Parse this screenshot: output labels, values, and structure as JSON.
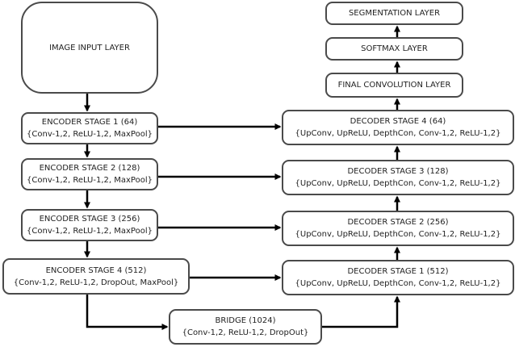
{
  "nodes": {
    "image_input": {
      "title": "IMAGE INPUT LAYER"
    },
    "enc1": {
      "title": "ENCODER STAGE 1 (64)",
      "sub": "{Conv-1,2, ReLU-1,2, MaxPool}"
    },
    "enc2": {
      "title": "ENCODER STAGE 2 (128)",
      "sub": "{Conv-1,2, ReLU-1,2, MaxPool}"
    },
    "enc3": {
      "title": "ENCODER STAGE 3 (256)",
      "sub": "{Conv-1,2, ReLU-1,2, MaxPool}"
    },
    "enc4": {
      "title": "ENCODER STAGE 4 (512)",
      "sub": "{Conv-1,2, ReLU-1,2, DropOut, MaxPool}"
    },
    "bridge": {
      "title": "BRIDGE (1024)",
      "sub": "{Conv-1,2, ReLU-1,2, DropOut}"
    },
    "dec1": {
      "title": "DECODER STAGE 1 (512)",
      "sub": "{UpConv, UpReLU, DepthCon, Conv-1,2, ReLU-1,2}"
    },
    "dec2": {
      "title": "DECODER STAGE 2 (256)",
      "sub": "{UpConv, UpReLU, DepthCon, Conv-1,2, ReLU-1,2}"
    },
    "dec3": {
      "title": "DECODER STAGE 3 (128)",
      "sub": "{UpConv, UpReLU, DepthCon, Conv-1,2, ReLU-1,2}"
    },
    "dec4": {
      "title": "DECODER STAGE 4 (64)",
      "sub": "{UpConv, UpReLU, DepthCon, Conv-1,2, ReLU-1,2}"
    },
    "final_conv": {
      "title": "FINAL CONVOLUTION LAYER"
    },
    "softmax": {
      "title": "SOFTMAX LAYER"
    },
    "segmentation": {
      "title": "SEGMENTATION LAYER"
    }
  },
  "edges": [
    {
      "from": "image_input",
      "to": "enc1"
    },
    {
      "from": "enc1",
      "to": "enc2"
    },
    {
      "from": "enc2",
      "to": "enc3"
    },
    {
      "from": "enc3",
      "to": "enc4"
    },
    {
      "from": "enc4",
      "to": "bridge"
    },
    {
      "from": "bridge",
      "to": "dec1"
    },
    {
      "from": "dec1",
      "to": "dec2"
    },
    {
      "from": "dec2",
      "to": "dec3"
    },
    {
      "from": "dec3",
      "to": "dec4"
    },
    {
      "from": "dec4",
      "to": "final_conv"
    },
    {
      "from": "final_conv",
      "to": "softmax"
    },
    {
      "from": "softmax",
      "to": "segmentation"
    },
    {
      "from": "enc1",
      "to": "dec4"
    },
    {
      "from": "enc2",
      "to": "dec3"
    },
    {
      "from": "enc3",
      "to": "dec2"
    },
    {
      "from": "enc4",
      "to": "dec1"
    }
  ]
}
